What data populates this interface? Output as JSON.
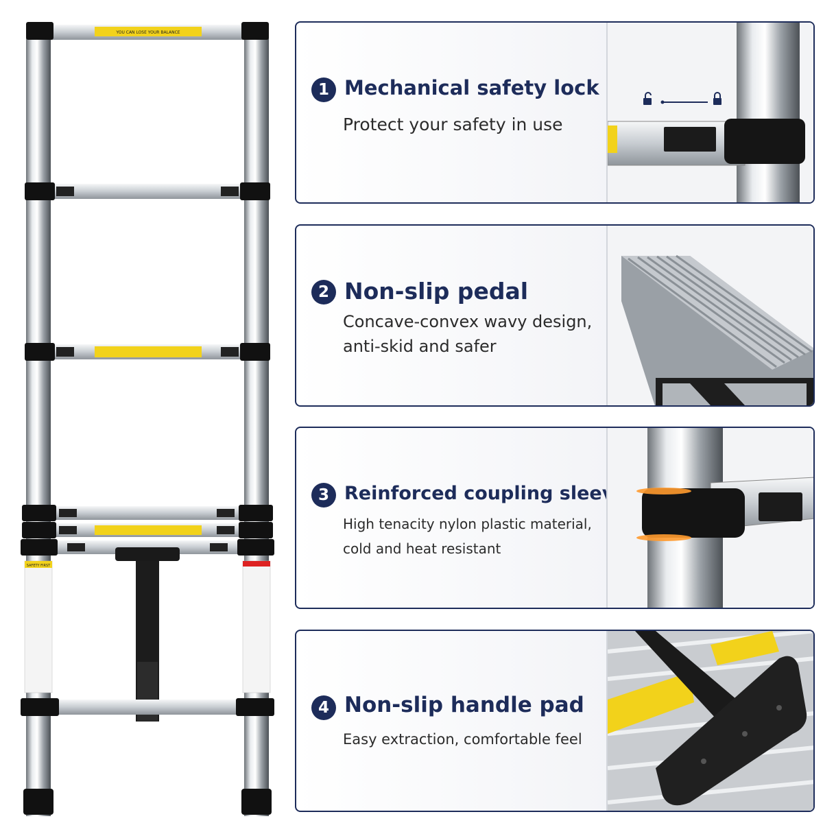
{
  "ladder": {
    "top_label": "YOU CAN LOSE YOUR BALANCE",
    "safety_label": "SAFETY FIRST"
  },
  "features": [
    {
      "number": "1",
      "title": "Mechanical safety lock",
      "desc_lines": [
        "Protect your safety in use"
      ],
      "image": "safety-lock-photo"
    },
    {
      "number": "2",
      "title": "Non-slip pedal",
      "desc_lines": [
        "Concave-convex wavy design,",
        "anti-skid and safer"
      ],
      "image": "pedal-photo"
    },
    {
      "number": "3",
      "title": "Reinforced coupling sleeve",
      "desc_lines": [
        "High tenacity nylon plastic material,",
        "cold and heat resistant"
      ],
      "image": "coupling-sleeve-photo"
    },
    {
      "number": "4",
      "title": "Non-slip handle pad",
      "desc_lines": [
        "Easy extraction, comfortable feel"
      ],
      "image": "handle-pad-photo"
    }
  ],
  "colors": {
    "accent_navy": "#1d2c5a",
    "card_border": "#1d2c5a",
    "warning_yellow": "#f2d21b"
  }
}
